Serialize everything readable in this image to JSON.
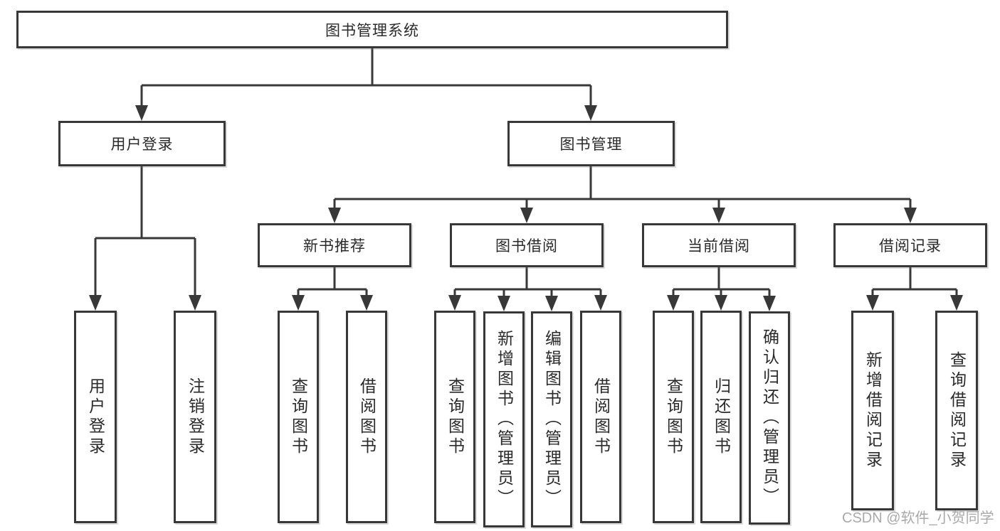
{
  "tree": {
    "root": {
      "label": "图书管理系统"
    },
    "level1": [
      {
        "label": "用户登录"
      },
      {
        "label": "图书管理"
      }
    ],
    "level2": [
      {
        "label": "新书推荐"
      },
      {
        "label": "图书借阅"
      },
      {
        "label": "当前借阅"
      },
      {
        "label": "借阅记录"
      }
    ],
    "leaves": {
      "user_login": [
        "用户登录",
        "注销登录"
      ],
      "new_book_recommend": [
        "查询图书",
        "借阅图书"
      ],
      "book_borrowing": [
        "查询图书",
        "新增图书（管理员）",
        "编辑图书（管理员）",
        "借阅图书"
      ],
      "current_borrowing": [
        "查询图书",
        "归还图书",
        "确认归还（管理员）"
      ],
      "borrowing_records": [
        "新增借阅记录",
        "查询借阅记录"
      ]
    }
  },
  "watermark": {
    "text": "CSDN @软件_小贺同学"
  },
  "colors": {
    "line": "#383838",
    "text": "#2a2a2a",
    "background": "#ffffff",
    "watermark": "#9e9c9c"
  }
}
